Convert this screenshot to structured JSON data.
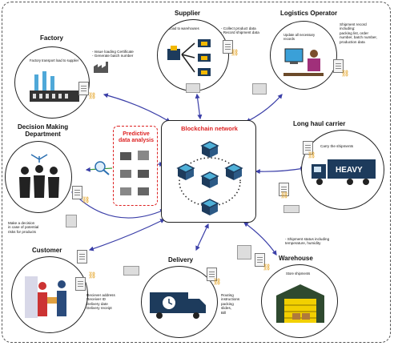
{
  "nodes": {
    "factory": {
      "title": "Factory",
      "caption": "Factory transport load to supplier",
      "note": "- Issue loading Certificate\n- Generate batch number"
    },
    "supplier": {
      "title": "Supplier",
      "caption": "Load to warehouses",
      "note": "- Collect product data\n- Record shipment data"
    },
    "logistics": {
      "title": "Logistics Operator",
      "caption": "Update all necessary records",
      "note": "Shipment record\nincluding:\npacking list, order\nnumber, batch number,\nproduction data"
    },
    "decision": {
      "title": "Decision Making\nDepartment",
      "note": "Make a decision\nin case of potential\nrisks for products"
    },
    "carrier": {
      "title": "Long haul carrier",
      "note": "Carry the shipments",
      "truck_label": "HEAVY"
    },
    "customer": {
      "title": "Customer",
      "note": "Reciever address\nReceiver ID\nDelivery date\nDelivery receipt"
    },
    "delivery": {
      "title": "Delivery",
      "note": "Routing\ninstructions\npacking\nslides,\nBill"
    },
    "warehouse": {
      "title": "Warehouse",
      "note": "- Shipment status including\ntemperature, humidity",
      "caption": "Store shipments"
    }
  },
  "center": {
    "title": "Blockchain network"
  },
  "predictive": {
    "title": "Predictive\ndata analysis"
  },
  "colors": {
    "arrow": "#3b3fa8",
    "accent_red": "#d22222",
    "cube_dark": "#1d3b5c",
    "cube_light": "#4fb0d8",
    "chain_gold": "#e09400"
  }
}
